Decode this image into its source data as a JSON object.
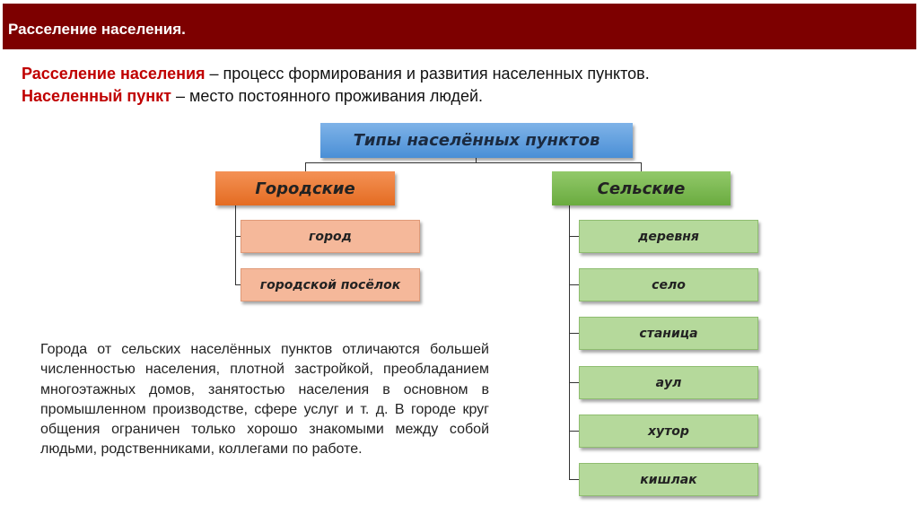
{
  "title": "Расселение населения.",
  "definitions": [
    {
      "term": "Расселение населения",
      "text": " – процесс формирования и развития населенных пунктов."
    },
    {
      "term": "Населенный пункт",
      "text": " – место постоянного проживания людей."
    }
  ],
  "diagram": {
    "root": "Типы населённых пунктов",
    "urban": {
      "label": "Городские",
      "items": [
        "город",
        "городской посёлок"
      ]
    },
    "rural": {
      "label": "Сельские",
      "items": [
        "деревня",
        "село",
        "станица",
        "аул",
        "хутор",
        "кишлак"
      ]
    }
  },
  "paragraph": "Города от сельских населённых пунктов отличаются большей численностью населения, плотной застройкой, преобладанием многоэтажных домов, занятостью населения в основном в промышленном производстве, сфере услуг и т. д. В городе круг общения ограничен только хорошо знакомыми между собой людьми, родственниками, коллегами по работе."
}
